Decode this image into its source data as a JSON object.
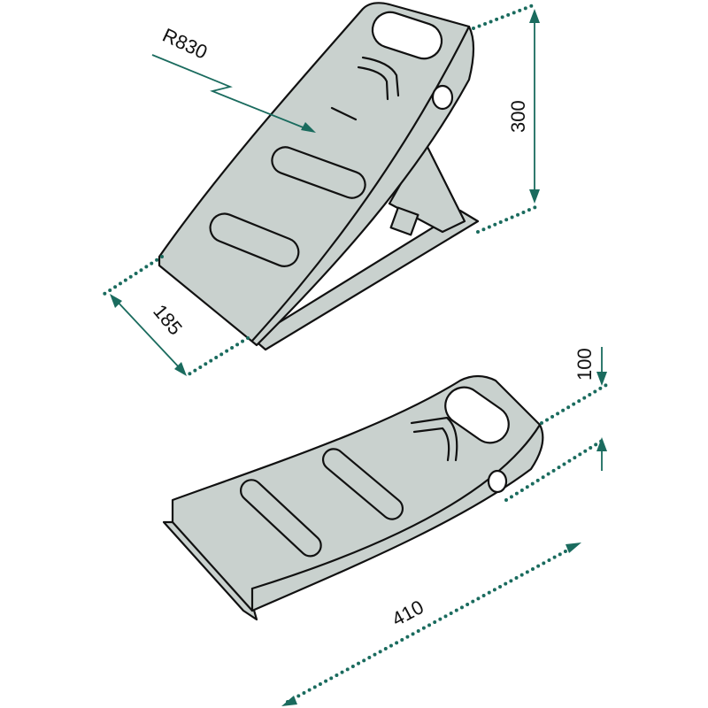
{
  "dimensions": {
    "radius": "R830",
    "height": "300",
    "width": "185",
    "low_height": "100",
    "length": "410"
  },
  "colors": {
    "body": "#c9d1ce",
    "dimension": "#1a6b5e",
    "outline": "#111111"
  }
}
